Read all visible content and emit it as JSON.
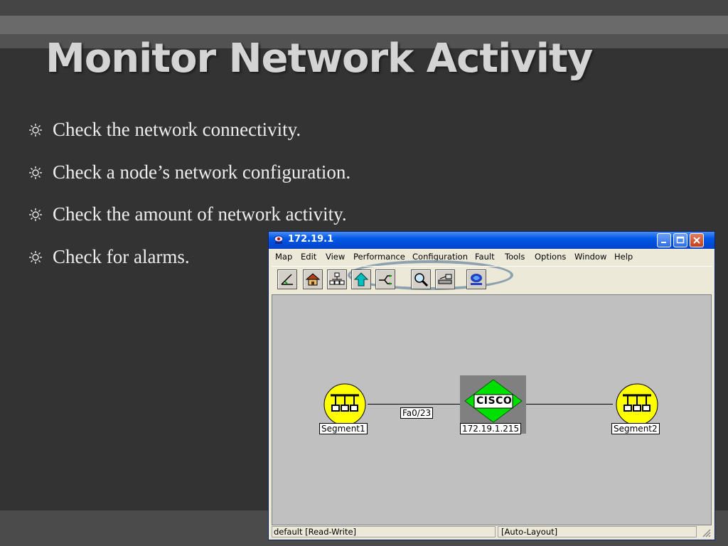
{
  "slide": {
    "title": "Monitor Network Activity",
    "bullets": [
      "Check the network connectivity.",
      "Check a node’s network configuration.",
      "Check the amount of network activity.",
      "Check for alarms."
    ]
  },
  "window": {
    "title": "172.19.1",
    "menu": [
      "Map",
      "Edit",
      "View",
      "Performance",
      "Configuration",
      "Fault",
      "Tools",
      "Options",
      "Window",
      "Help"
    ],
    "toolbar_icons": [
      "measure-icon",
      "home-icon",
      "hierarchy-icon",
      "up-arrow-icon",
      "route-icon",
      "zoom-icon",
      "equipment-icon",
      "logo-icon"
    ],
    "map": {
      "segment1_label": "Segment1",
      "segment2_label": "Segment2",
      "router_logo": "CISCO",
      "router_label": "172.19.1.215",
      "interface_label": "Fa0/23"
    },
    "status": {
      "left": "default [Read-Write]",
      "right": "[Auto-Layout]"
    }
  },
  "colors": {
    "slide_bg": "#333333",
    "title_color": "#d4d4d4",
    "segment_fill": "#ffff00",
    "router_fill": "#00e000",
    "highlight_ellipse": "#7d94a8"
  }
}
